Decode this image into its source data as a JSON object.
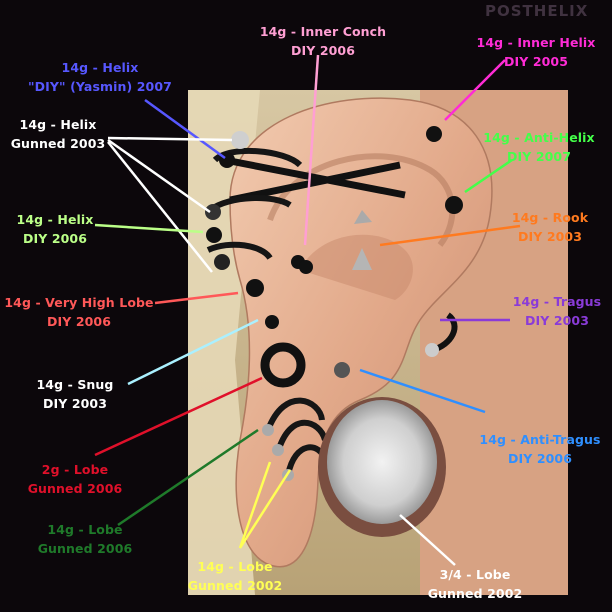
{
  "watermark": "POSTHELIX",
  "labels": [
    {
      "id": "inner-conch",
      "text": "14g - Inner Conch\nDIY 2006",
      "color": "#ff9fd3"
    },
    {
      "id": "inner-helix",
      "text": "14g - Inner Helix\nDIY 2005",
      "color": "#ff2bd6"
    },
    {
      "id": "helix-yasmin",
      "text": "14g - Helix\n\"DIY\" (Yasmin) 2007",
      "color": "#5757ff"
    },
    {
      "id": "helix-gunned",
      "text": "14g - Helix\nGunned 2003",
      "color": "#ffffff"
    },
    {
      "id": "anti-helix",
      "text": "14g - Anti-Helix\nDIY 2007",
      "color": "#44ff4a"
    },
    {
      "id": "rook",
      "text": "14g - Rook\nDIY 2003",
      "color": "#ff7a1f"
    },
    {
      "id": "helix-diy",
      "text": "14g - Helix\nDIY 2006",
      "color": "#bbff88"
    },
    {
      "id": "very-high-lobe",
      "text": "14g - Very High Lobe\nDIY 2006",
      "color": "#ff5858"
    },
    {
      "id": "tragus",
      "text": "14g - Tragus\nDIY 2003",
      "color": "#8a3bd8"
    },
    {
      "id": "snug",
      "text": "14g - Snug\nDIY 2003",
      "color": "#ffffff"
    },
    {
      "id": "anti-tragus",
      "text": "14g - Anti-Tragus\nDIY 2006",
      "color": "#2f8fff"
    },
    {
      "id": "lobe-2g",
      "text": "2g - Lobe\nGunned 2006",
      "color": "#e0102a"
    },
    {
      "id": "lobe-green",
      "text": "14g - Lobe\nGunned 2006",
      "color": "#1f7a2a"
    },
    {
      "id": "lobe-yellow",
      "text": "14g - Lobe\nGunned 2002",
      "color": "#ffff55"
    },
    {
      "id": "lobe-34",
      "text": "3/4 - Lobe\nGunned 2002",
      "color": "#ffffff"
    }
  ]
}
